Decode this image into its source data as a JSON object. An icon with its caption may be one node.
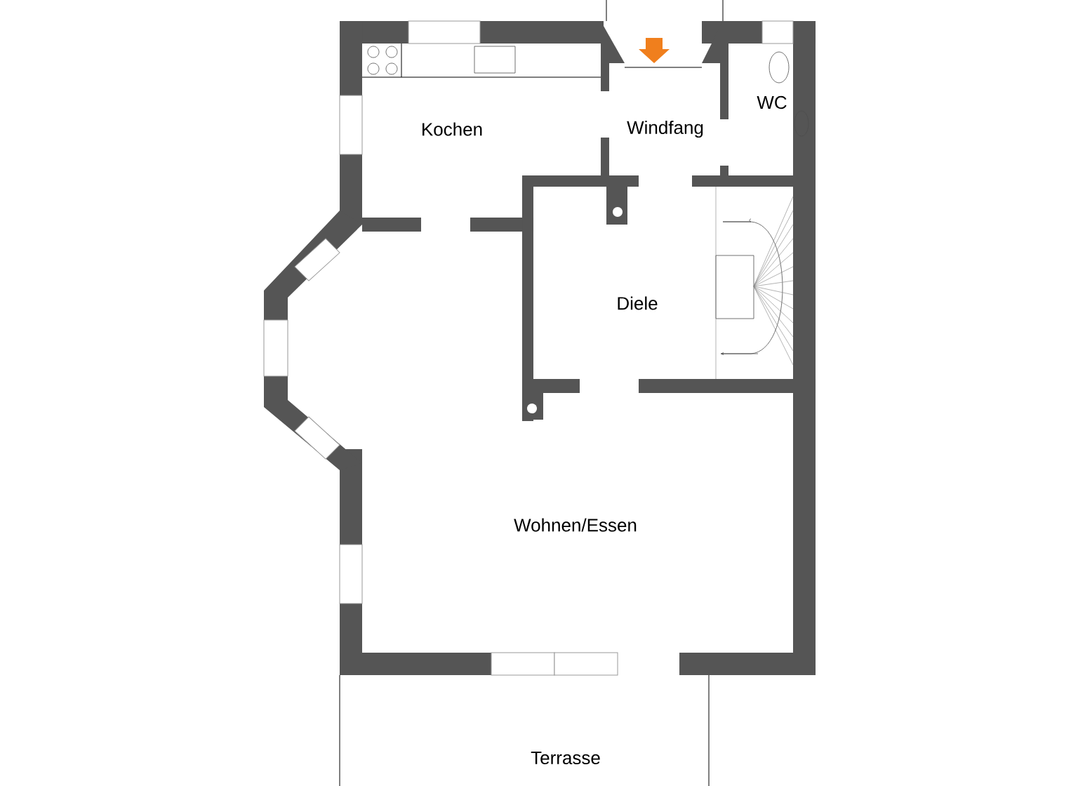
{
  "diagram": {
    "labels": [
      "Kochen",
      "Windfang",
      "WC",
      "Diele",
      "Wohnen/Essen",
      "Terrasse"
    ]
  }
}
